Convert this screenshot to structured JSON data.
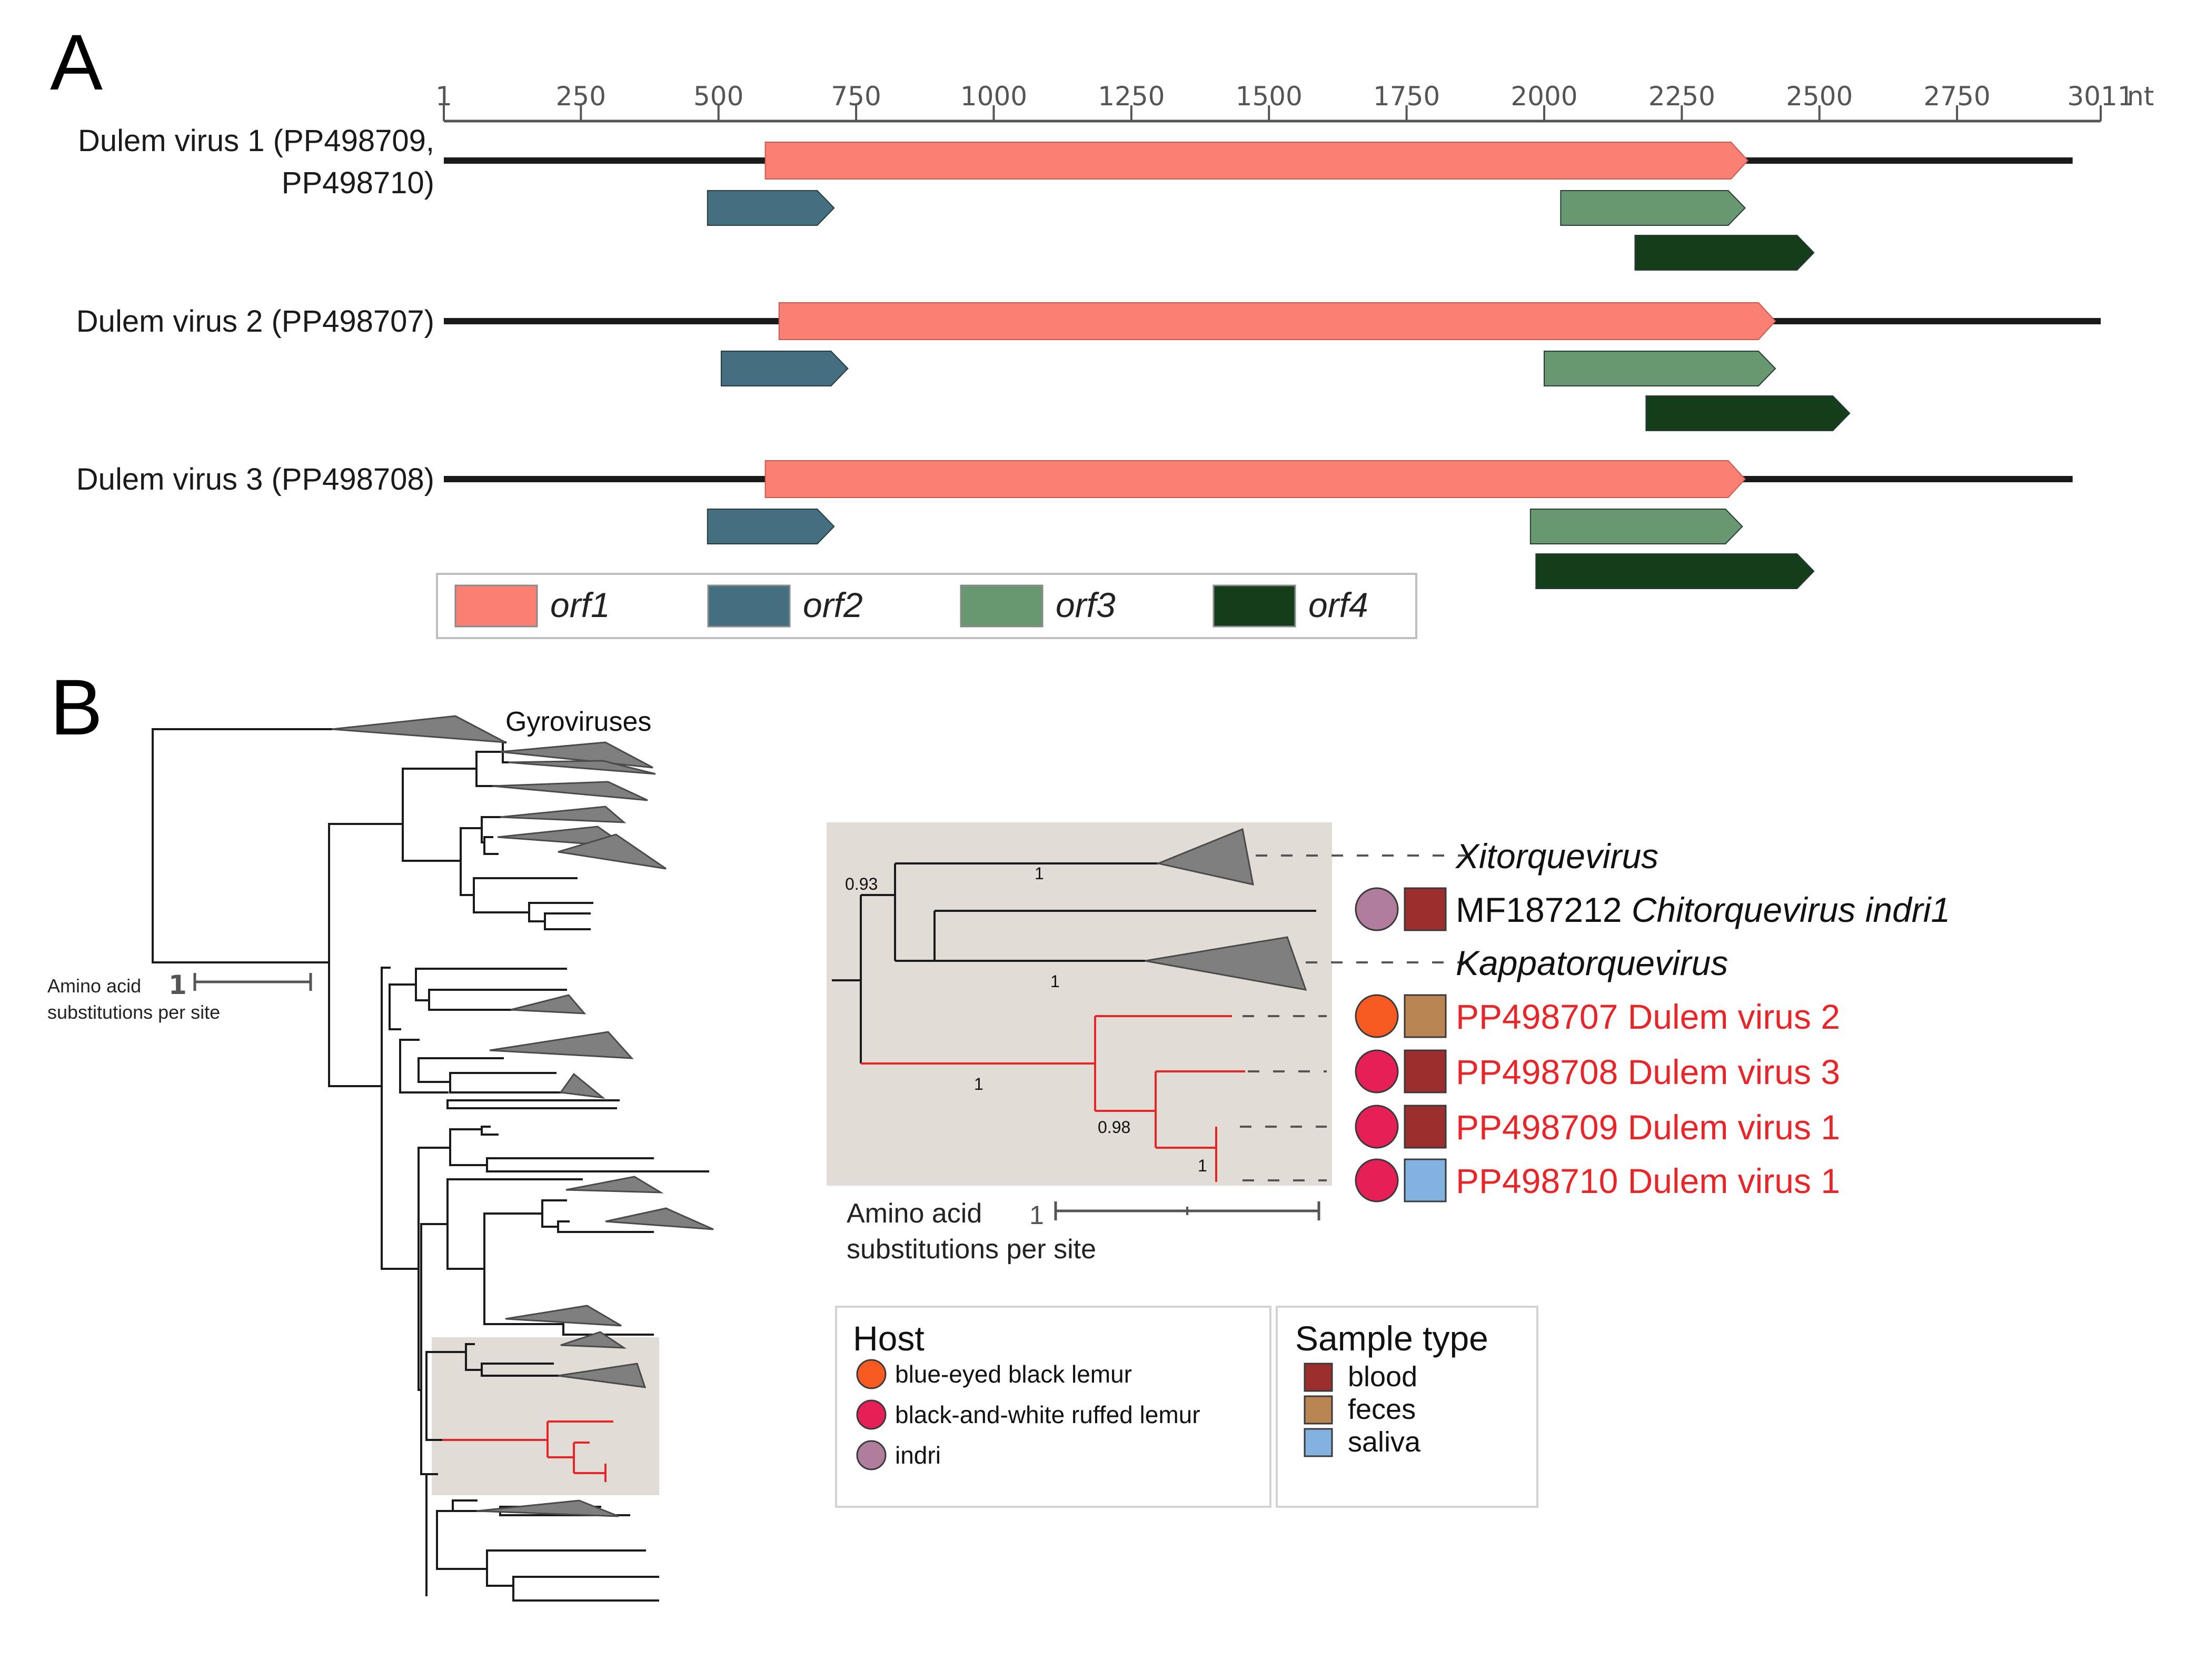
{
  "panels": {
    "a": "A",
    "b": "B"
  },
  "genome": {
    "axis_ticks": [
      1,
      250,
      500,
      750,
      1000,
      1250,
      1500,
      1750,
      2000,
      2250,
      2500,
      2750,
      3011
    ],
    "axis_unit": "nt",
    "colors": {
      "orf1": "#fa8073",
      "orf2": "#446f80",
      "orf3": "#679870",
      "orf4": "#143d19",
      "genome_line": "#1a1a1a"
    },
    "genomes": [
      {
        "label_lines": [
          "Dulem virus 1 (PP498709,",
          "PP498710)"
        ],
        "length": 2960,
        "orfs": [
          {
            "name": "orf1",
            "start": 585,
            "end": 2370
          },
          {
            "name": "orf2",
            "start": 480,
            "end": 710
          },
          {
            "name": "orf3",
            "start": 2030,
            "end": 2365
          },
          {
            "name": "orf4",
            "start": 2165,
            "end": 2490
          }
        ]
      },
      {
        "label_lines": [
          "Dulem virus 2 (PP498707)"
        ],
        "length": 3011,
        "orfs": [
          {
            "name": "orf1",
            "start": 610,
            "end": 2420
          },
          {
            "name": "orf2",
            "start": 505,
            "end": 735
          },
          {
            "name": "orf3",
            "start": 2000,
            "end": 2420
          },
          {
            "name": "orf4",
            "start": 2185,
            "end": 2555
          }
        ]
      },
      {
        "label_lines": [
          "Dulem virus 3 (PP498708)"
        ],
        "length": 2960,
        "orfs": [
          {
            "name": "orf1",
            "start": 585,
            "end": 2365
          },
          {
            "name": "orf2",
            "start": 480,
            "end": 710
          },
          {
            "name": "orf3",
            "start": 1975,
            "end": 2360
          },
          {
            "name": "orf4",
            "start": 1985,
            "end": 2490
          }
        ]
      }
    ],
    "legend": [
      "orf1",
      "orf2",
      "orf3",
      "orf4"
    ]
  },
  "big_tree": {
    "gyro_label": "Gyroviruses",
    "scale_caption": [
      "Amino acid",
      "substitutions per site"
    ],
    "scale_value": "1"
  },
  "inset_tree": {
    "supports": {
      "root": "0.93",
      "xito": "1",
      "kappa": "1",
      "dulem": "1",
      "dv3_clade": "0.98",
      "dv1_pair": "1"
    },
    "tips": [
      {
        "id": "xito",
        "parts": [
          {
            "text": "Xitorquevirus",
            "italic": true
          }
        ],
        "color": "#111111",
        "host": null,
        "sample": null
      },
      {
        "id": "chito",
        "parts": [
          {
            "text": "MF187212 ",
            "italic": false
          },
          {
            "text": "Chitorquevirus indri1",
            "italic": true
          }
        ],
        "color": "#111111",
        "host": "indri",
        "sample": "blood"
      },
      {
        "id": "kappa",
        "parts": [
          {
            "text": "Kappatorquevirus",
            "italic": true
          }
        ],
        "color": "#111111",
        "host": null,
        "sample": null
      },
      {
        "id": "dv2",
        "parts": [
          {
            "text": "PP498707 Dulem virus 2",
            "italic": false
          }
        ],
        "color": "#e8262a",
        "host": "blue_eyed",
        "sample": "feces"
      },
      {
        "id": "dv3",
        "parts": [
          {
            "text": "PP498708 Dulem virus 3",
            "italic": false
          }
        ],
        "color": "#e8262a",
        "host": "ruffed",
        "sample": "blood"
      },
      {
        "id": "dv1a",
        "parts": [
          {
            "text": "PP498709 Dulem virus 1",
            "italic": false
          }
        ],
        "color": "#e8262a",
        "host": "ruffed",
        "sample": "blood"
      },
      {
        "id": "dv1b",
        "parts": [
          {
            "text": "PP498710 Dulem virus 1",
            "italic": false
          }
        ],
        "color": "#e8262a",
        "host": "ruffed",
        "sample": "saliva"
      }
    ],
    "scale_caption": [
      "Amino acid",
      "substitutions per site"
    ],
    "scale_value": "1",
    "colors": {
      "highlight": "#e8262a",
      "shade": "#e2dcd7",
      "clade": "#7f7f7f"
    }
  },
  "legend": {
    "host_title": "Host",
    "hosts": [
      {
        "key": "blue_eyed",
        "label": "blue-eyed black lemur",
        "color": "#f75b22"
      },
      {
        "key": "ruffed",
        "label": "black-and-white ruffed lemur",
        "color": "#e71f57"
      },
      {
        "key": "indri",
        "label": "indri",
        "color": "#b07e9c"
      }
    ],
    "sample_title": "Sample type",
    "samples": [
      {
        "key": "blood",
        "label": "blood",
        "color": "#9c2e2e"
      },
      {
        "key": "feces",
        "label": "feces",
        "color": "#b98552"
      },
      {
        "key": "saliva",
        "label": "saliva",
        "color": "#82b0df"
      }
    ]
  }
}
